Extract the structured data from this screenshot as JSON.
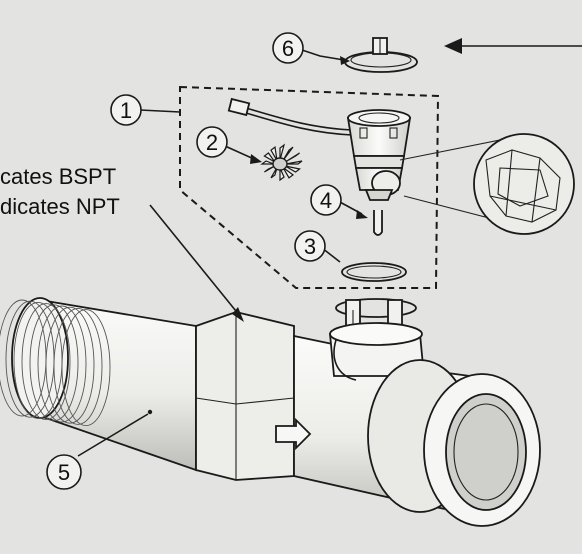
{
  "notes": {
    "bspt": "cates BSPT",
    "npt": "dicates NPT"
  },
  "callouts": [
    {
      "id": "1",
      "label": "1"
    },
    {
      "id": "2",
      "label": "2"
    },
    {
      "id": "3",
      "label": "3"
    },
    {
      "id": "4",
      "label": "4"
    },
    {
      "id": "5",
      "label": "5"
    },
    {
      "id": "6",
      "label": "6"
    }
  ],
  "colors": {
    "paper": "#e3e3e1",
    "ink": "#1a1a1a",
    "part_fill": "#f1f1ef",
    "shade": "#b9b9b6"
  },
  "icons": {
    "flow_arrow": "flow-direction-arrow-icon"
  }
}
